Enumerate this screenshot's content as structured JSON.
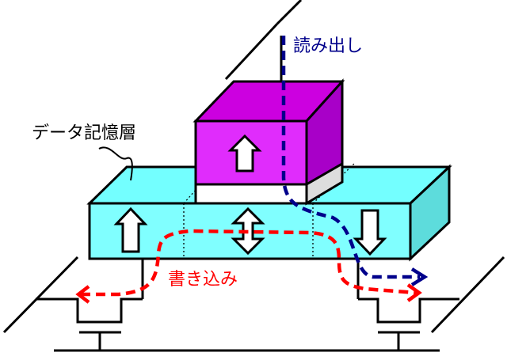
{
  "labels": {
    "read": "読み出し",
    "storage_layer": "データ記憶層",
    "write": "書き込み"
  },
  "colors": {
    "storage_front": "#80ffff",
    "storage_top": "#73ffff",
    "storage_side": "#5ddcdc",
    "cube_front": "#e02cfc",
    "cube_top": "#cc00e0",
    "cube_side": "#a800c8",
    "read_path": "#00008b",
    "write_path": "#ff0000"
  }
}
